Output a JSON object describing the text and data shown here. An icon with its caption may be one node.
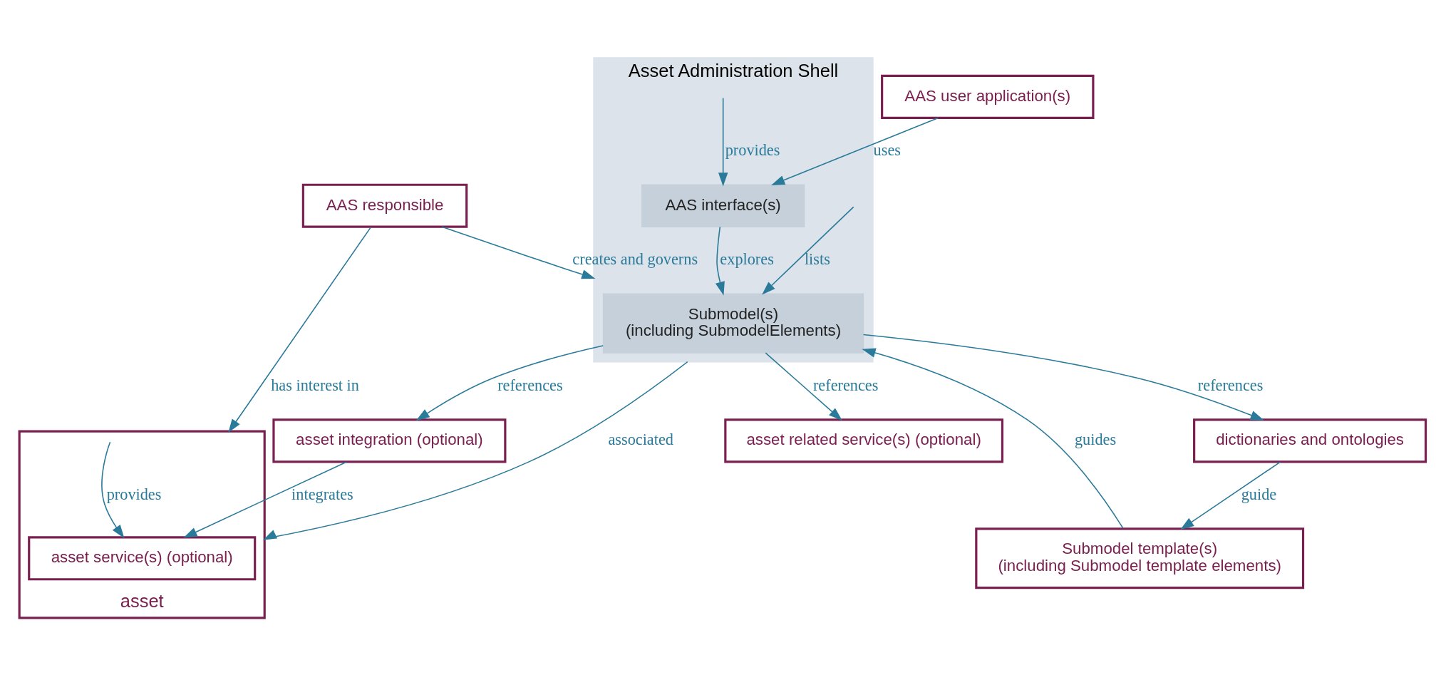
{
  "diagram": {
    "nodes": [
      {
        "text": [
          "Asset Administration Shell"
        ]
      },
      {
        "text": [
          "Submodel(s)",
          "(including SubmodelElements)"
        ],
        "in": 0
      },
      {
        "text": [
          "AAS interface(s)"
        ],
        "in": 0
      },
      {
        "text": [
          "Submodel template(s)",
          "(including Submodel template elements)"
        ]
      },
      {
        "text": [
          "dictionaries and ontologies"
        ]
      },
      {
        "text": [
          "AAS user application(s)"
        ]
      },
      {
        "text": [
          "AAS responsible"
        ]
      },
      {
        "text": [
          "asset integration (optional)"
        ]
      },
      {
        "text": [
          "asset"
        ]
      },
      {
        "text": [
          "asset service(s) (optional)"
        ],
        "in": 8
      },
      {
        "text": [
          "asset related service(s) (optional)"
        ]
      }
    ],
    "edges": [
      {
        "from": null,
        "to": 1,
        "arrow": "to",
        "label": "lists"
      },
      {
        "from": null,
        "to": 2,
        "arrow": "to",
        "label": "provides"
      },
      {
        "from": 3,
        "to": 1,
        "arrow": "to",
        "label": "guides"
      },
      {
        "from": 2,
        "to": 1,
        "arrow": "to",
        "label": "explores"
      },
      {
        "from": 5,
        "to": 2,
        "arrow": "to",
        "label": "uses"
      },
      {
        "from": 4,
        "to": 3,
        "arrow": "to",
        "label": "guide"
      },
      {
        "from": 1,
        "to": 4,
        "arrow": "to",
        "label": "references"
      },
      {
        "from": 1,
        "to": 7,
        "arrow": "to",
        "label": "references"
      },
      {
        "from": 1,
        "to": 10,
        "arrow": "to",
        "label": "references"
      },
      {
        "from": 6,
        "to": 0,
        "arrow": "to",
        "label": "creates and governs"
      },
      {
        "from": 0,
        "to": 8,
        "arrow": "to",
        "label": "associated"
      },
      {
        "from": 7,
        "to": 9,
        "arrow": "to",
        "label": "integrates"
      },
      {
        "from": 6,
        "to": 8,
        "arrow": "to",
        "label": "has interest in"
      },
      {
        "from": null,
        "to": 9,
        "arrow": "to",
        "label": "provides"
      }
    ]
  }
}
